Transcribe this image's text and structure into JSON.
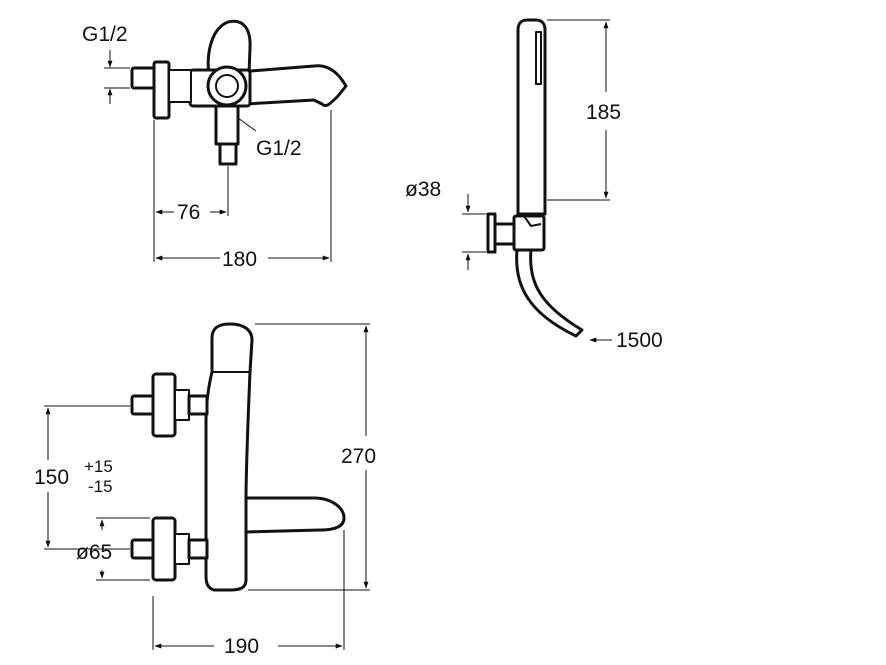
{
  "labels": {
    "inlet_thread_top": "G1/2",
    "outlet_thread": "G1/2",
    "inlet_offset": "76",
    "body_length_top": "180",
    "handshower_length": "185",
    "holder_diameter": "ø38",
    "hose_length": "1500",
    "height": "270",
    "centres": "150",
    "centres_tol_plus": "+15",
    "centres_tol_minus": "-15",
    "escutcheon_diameter": "ø65",
    "projection": "190"
  }
}
